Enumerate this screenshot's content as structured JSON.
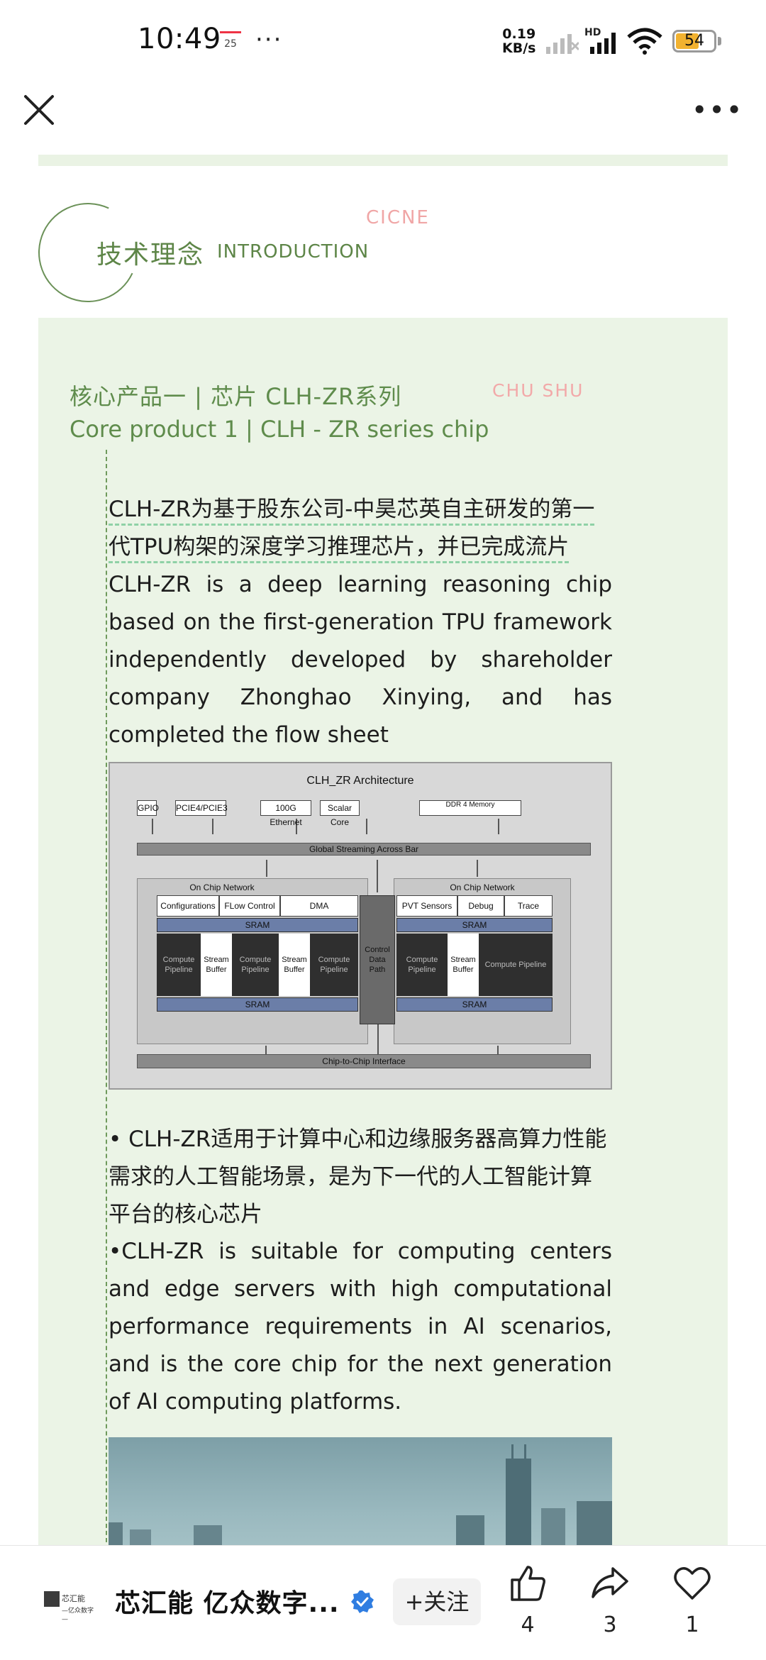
{
  "status_bar": {
    "time": "10:49",
    "calendar_day": "25",
    "more_dots": "···",
    "net_speed_value": "0.19",
    "net_speed_unit": "KB/s",
    "hd_label": "HD",
    "battery": "54"
  },
  "nav": {
    "close_icon": "close-icon",
    "more_label": "•••"
  },
  "section": {
    "title_cn": "技术理念",
    "title_en": "INTRODUCTION",
    "watermark": "CICNE"
  },
  "product": {
    "title_cn": "核心产品一 | 芯片 CLH-ZR系列",
    "title_en": "Core product 1 | CLH - ZR series chip",
    "watermark": "CHU SHU",
    "intro_cn": "CLH-ZR为基于股东公司-中昊芯英自主研发的第一代TPU构架的深度学习推理芯片，并已完成流片",
    "intro_en": "CLH-ZR is a deep learning reasoning chip based on the first-generation TPU framework independently developed by shareholder company Zhonghao Xinying, and has completed the flow sheet",
    "bullet_cn": "• CLH-ZR适用于计算中心和边缘服务器高算力性能需求的人工智能场景，是为下一代的人工智能计算平台的核心芯片",
    "bullet_en": "•CLH-ZR is suitable for computing centers and edge servers with high computational performance requirements in AI scenarios, and is the core chip for the next generation of AI computing platforms."
  },
  "diagram": {
    "title": "CLH_ZR Architecture",
    "top_boxes": [
      "GPIO",
      "PCIE4/PCIE3",
      "100G Ethernet",
      "Scalar Core",
      "DDR 4 Memory"
    ],
    "global_bar": "Global Streaming Across Bar",
    "noc_left": "On Chip Network",
    "noc_right": "On Chip Network",
    "left_modules": [
      "Configurations",
      "FLow Control",
      "DMA"
    ],
    "right_modules": [
      "PVT Sensors",
      "Debug",
      "Trace"
    ],
    "sram": "SRAM",
    "compute": "Compute Pipeline",
    "stream": "Stream Buffer",
    "control": "Control Data Path",
    "chip_bar": "Chip-to-Chip Interface"
  },
  "bottom_bar": {
    "logo_text": "芯汇能",
    "logo_sub": "—亿众数字—",
    "account_name": "芯汇能 亿众数字...",
    "follow_label": "+关注",
    "likes": "4",
    "shares": "3",
    "favorites": "1"
  }
}
